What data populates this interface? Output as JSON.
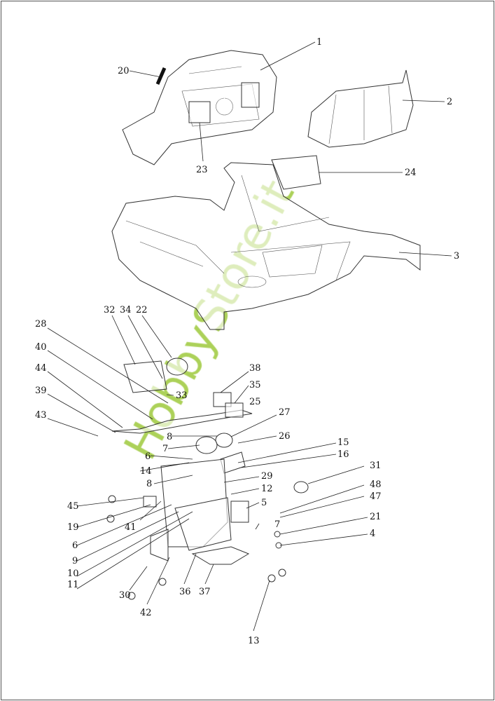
{
  "diagram": {
    "callouts": [
      {
        "id": "1",
        "label": "1"
      },
      {
        "id": "2",
        "label": "2"
      },
      {
        "id": "3",
        "label": "3"
      },
      {
        "id": "20",
        "label": "20"
      },
      {
        "id": "23",
        "label": "23"
      },
      {
        "id": "24",
        "label": "24"
      },
      {
        "id": "32",
        "label": "32"
      },
      {
        "id": "34",
        "label": "34"
      },
      {
        "id": "22",
        "label": "22"
      },
      {
        "id": "28",
        "label": "28"
      },
      {
        "id": "40",
        "label": "40"
      },
      {
        "id": "44",
        "label": "44"
      },
      {
        "id": "39",
        "label": "39"
      },
      {
        "id": "43",
        "label": "43"
      },
      {
        "id": "33",
        "label": "33"
      },
      {
        "id": "38",
        "label": "38"
      },
      {
        "id": "35",
        "label": "35"
      },
      {
        "id": "25",
        "label": "25"
      },
      {
        "id": "27",
        "label": "27"
      },
      {
        "id": "26",
        "label": "26"
      },
      {
        "id": "15",
        "label": "15"
      },
      {
        "id": "16",
        "label": "16"
      },
      {
        "id": "8a",
        "label": "8"
      },
      {
        "id": "7a",
        "label": "7"
      },
      {
        "id": "6a",
        "label": "6"
      },
      {
        "id": "14",
        "label": "14"
      },
      {
        "id": "8",
        "label": "8"
      },
      {
        "id": "31",
        "label": "31"
      },
      {
        "id": "29",
        "label": "29"
      },
      {
        "id": "12",
        "label": "12"
      },
      {
        "id": "48",
        "label": "48"
      },
      {
        "id": "47",
        "label": "47"
      },
      {
        "id": "45",
        "label": "45"
      },
      {
        "id": "19",
        "label": "19"
      },
      {
        "id": "41",
        "label": "41"
      },
      {
        "id": "5",
        "label": "5"
      },
      {
        "id": "6",
        "label": "6"
      },
      {
        "id": "7",
        "label": "7"
      },
      {
        "id": "21",
        "label": "21"
      },
      {
        "id": "9",
        "label": "9"
      },
      {
        "id": "4",
        "label": "4"
      },
      {
        "id": "10",
        "label": "10"
      },
      {
        "id": "11",
        "label": "11"
      },
      {
        "id": "30",
        "label": "30"
      },
      {
        "id": "36",
        "label": "36"
      },
      {
        "id": "37",
        "label": "37"
      },
      {
        "id": "42",
        "label": "42"
      },
      {
        "id": "13",
        "label": "13"
      }
    ],
    "watermark": "HobbyStore.it",
    "watermark_color": "#9dc93c"
  }
}
